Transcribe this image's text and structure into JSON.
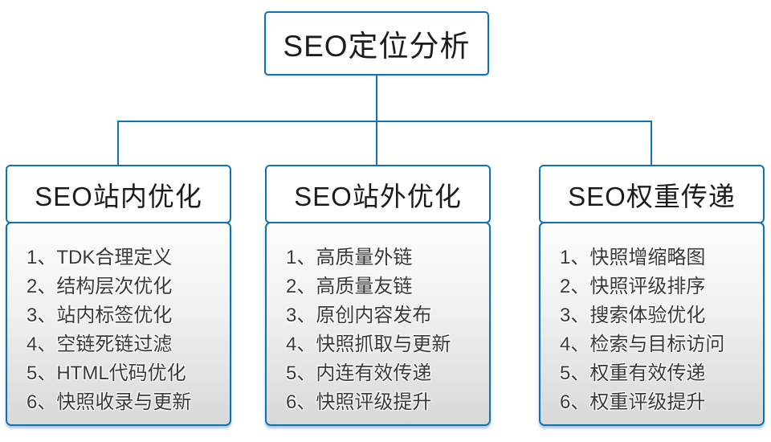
{
  "root": {
    "title": "SEO定位分析"
  },
  "columns": [
    {
      "title": "SEO站内优化",
      "items": [
        "1、TDK合理定义",
        "2、结构层次优化",
        "3、站内标签优化",
        "4、空链死链过滤",
        "5、HTML代码优化",
        "6、快照收录与更新"
      ]
    },
    {
      "title": "SEO站外优化",
      "items": [
        "1、高质量外链",
        "2、高质量友链",
        "3、原创内容发布",
        "4、快照抓取与更新",
        "5、内连有效传递",
        "6、快照评级提升"
      ]
    },
    {
      "title": "SEO权重传递",
      "items": [
        "1、快照增缩略图",
        "2、快照评级排序",
        "3、搜索体验优化",
        "4、检索与目标访问",
        "5、权重有效传递",
        "6、权重评级提升"
      ]
    }
  ],
  "colors": {
    "accent_blue": "#1272b6",
    "header_text": "#1c1c1c",
    "list_text": "#3a3a3a",
    "list_gradient_top": "#fdfdfd",
    "list_gradient_bottom": "#d8d8d8",
    "background": "#ffffff"
  }
}
